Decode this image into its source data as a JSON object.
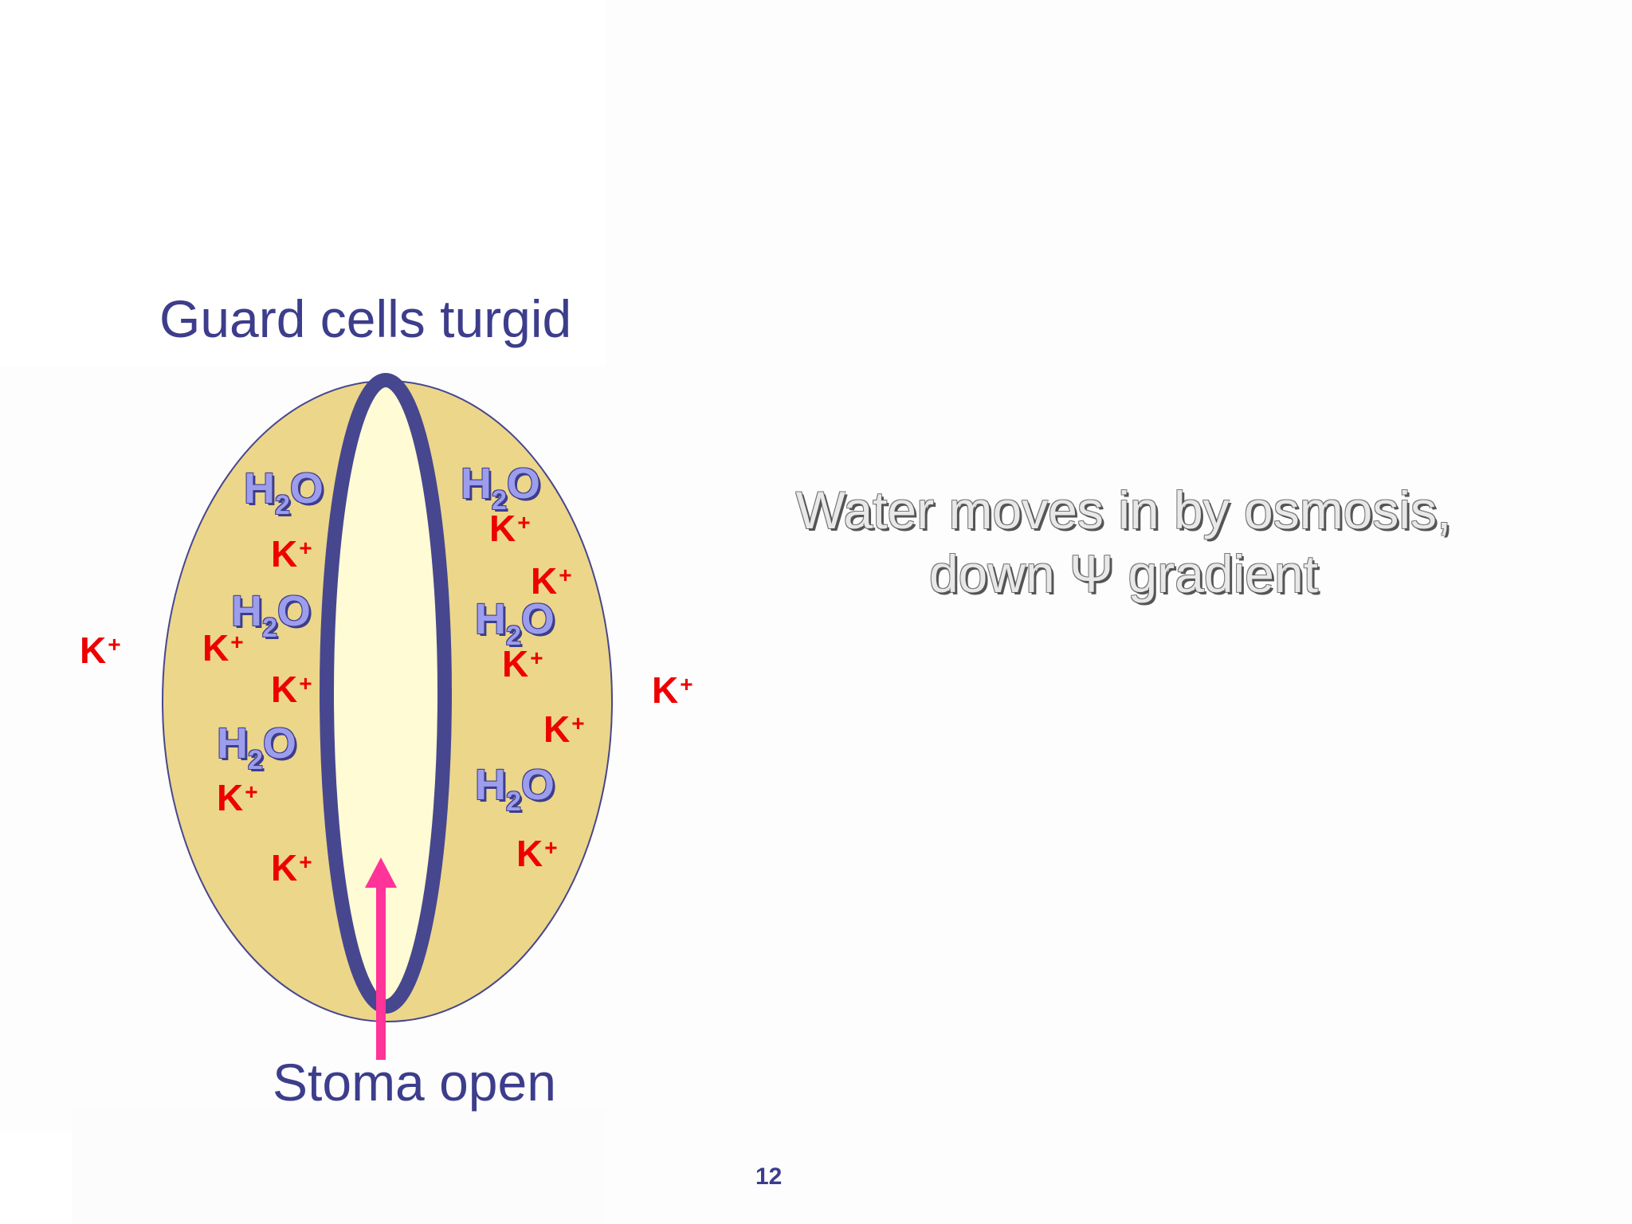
{
  "slide": {
    "title": "Guard cells turgid",
    "caption": "Stoma open",
    "statement_line1": "Water moves in by osmosis,",
    "statement_line2": "down Ψ gradient",
    "page_number": "12"
  },
  "labels": {
    "k_base": "K",
    "k_charge": "+",
    "h_base": "H",
    "h_sub": "2",
    "o_base": "O"
  },
  "colors": {
    "cell_fill": "#ecd68a",
    "pore_fill": "#fffbd4",
    "guard_wall": "#47478f",
    "arrow": "#ff3399",
    "potassium": "#ee0000",
    "water": "#9d9dee",
    "title_text": "#3d3d8c"
  }
}
